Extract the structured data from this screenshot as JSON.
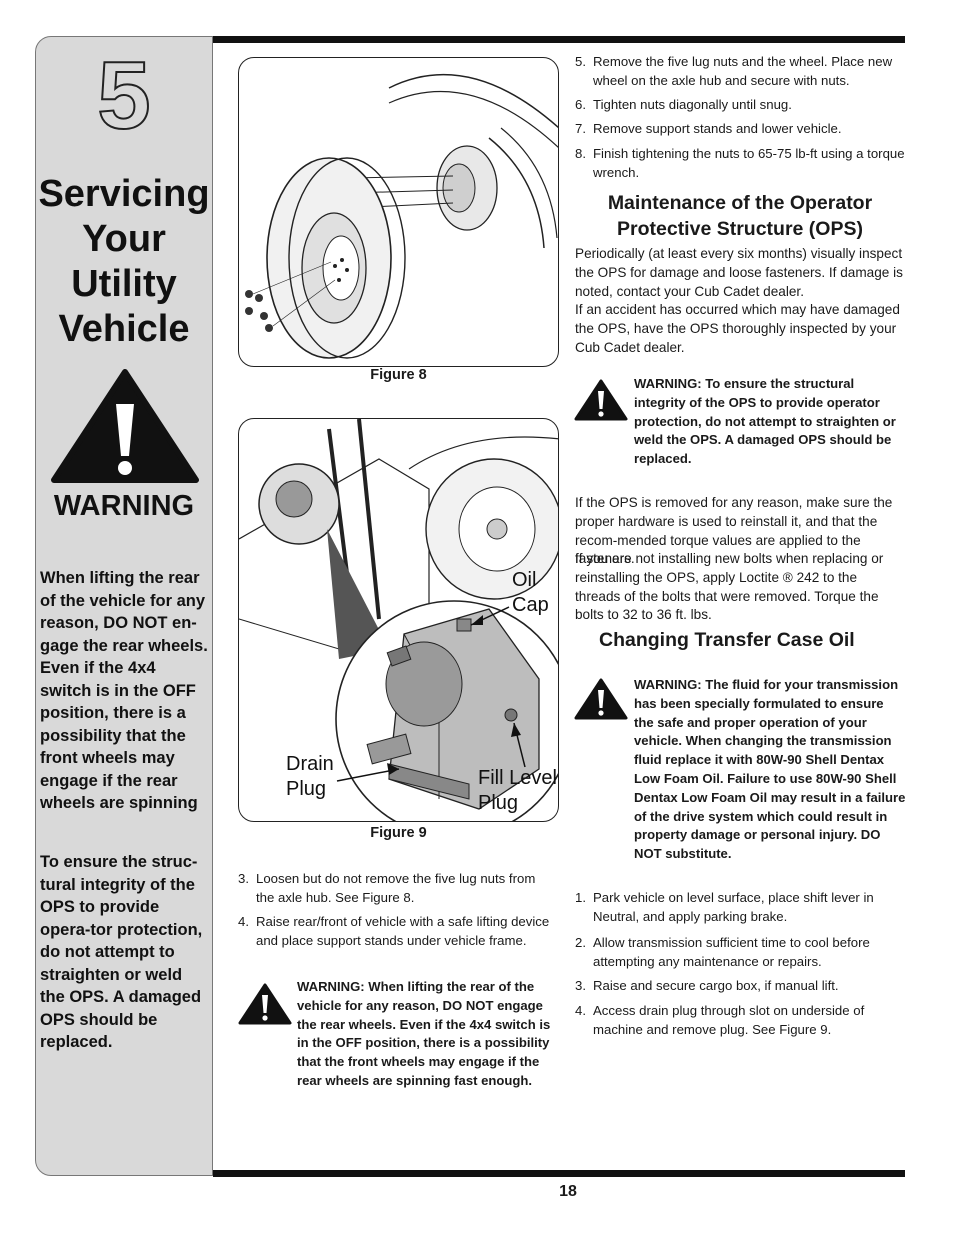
{
  "sidebar": {
    "chapter_number": "5",
    "chapter_title_lines": [
      "Servicing",
      "Your",
      "Utility",
      "Vehicle"
    ],
    "warning_title": "WARNING",
    "warning_para_1": "When lifting the rear of the vehicle for any reason, DO NOT en-gage the rear wheels. Even if the 4x4 switch is in the OFF position, there is a possibility that the front wheels may engage if the rear wheels are spinning",
    "warning_para_2": "To ensure the struc-tural integrity of the OPS to provide opera-tor protection, do not attempt to straighten or weld the OPS. A damaged OPS should be replaced."
  },
  "figures": {
    "fig8_caption": "Figure 8",
    "fig9_caption": "Figure 9",
    "fig9_labels": {
      "oil_cap": [
        "Oil",
        "Cap"
      ],
      "drain_plug": [
        "Drain",
        "Plug"
      ],
      "fill_level_plug": [
        "Fill Level",
        "Plug"
      ]
    }
  },
  "middle": {
    "steps": [
      {
        "num": "3.",
        "text": "Loosen but do not remove the five lug nuts from the axle hub. See Figure 8."
      },
      {
        "num": "4.",
        "text": "Raise rear/front of vehicle with a safe lifting device and place support stands under vehicle frame."
      }
    ],
    "warning": "WARNING: When lifting the rear of the vehicle for any reason, DO NOT engage the rear wheels. Even if the 4x4 switch is in the OFF position, there is a possibility that the front wheels may engage if the rear wheels are spinning fast enough."
  },
  "right": {
    "steps_top": [
      {
        "num": "5.",
        "text": "Remove the five lug nuts and the wheel. Place new wheel on the axle hub and secure with nuts."
      },
      {
        "num": "6.",
        "text": "Tighten nuts diagonally until snug."
      },
      {
        "num": "7.",
        "text": "Remove support stands and lower vehicle."
      },
      {
        "num": "8.",
        "text": "Finish tightening the nuts to 65-75 lb-ft using a torque wrench."
      }
    ],
    "ops_heading": "Maintenance of the Operator Protective Structure (OPS)",
    "ops_para_1": "Periodically (at least every six months) visually inspect the OPS for damage and loose fasteners. If damage is noted, contact your Cub Cadet dealer.",
    "ops_para_2": "If an accident has occurred which may have damaged the OPS, have the OPS thoroughly inspected by your Cub Cadet dealer.",
    "ops_warning": "WARNING: To ensure the structural integrity of the OPS to provide operator protection, do not attempt to straighten or weld the OPS. A damaged OPS should be replaced.",
    "ops_para_3": "If the OPS is removed for any reason, make sure the proper hardware is used to reinstall it, and that the recom-mended torque values are applied to the fasteners.",
    "ops_para_4": "If you are not installing new bolts when replacing or reinstalling the OPS, apply Loctite ® 242 to the threads of the bolts that were removed. Torque the bolts to 32 to 36 ft. lbs.",
    "tco_heading": "Changing Transfer Case Oil",
    "tco_warning": "WARNING: The fluid for your transmission has been specially formulated to ensure the safe and proper operation of your vehicle. When changing the transmission fluid replace it with 80W-90 Shell Dentax Low Foam Oil. Failure to use 80W-90 Shell Dentax Low Foam Oil may result in a failure of the drive system which could result in property damage or personal injury. DO NOT substitute.",
    "steps_bottom": [
      {
        "num": "1.",
        "text": "Park vehicle on level surface, place shift lever in Neutral, and apply parking brake."
      },
      {
        "num": "2.",
        "text": "Allow transmission sufficient time to cool before attempting any maintenance or repairs."
      },
      {
        "num": "3.",
        "text": "Raise and secure cargo box, if manual lift."
      },
      {
        "num": "4.",
        "text": "Access drain plug through slot on underside of machine and remove plug. See Figure 9."
      }
    ]
  },
  "footer": {
    "page_number": "18"
  }
}
